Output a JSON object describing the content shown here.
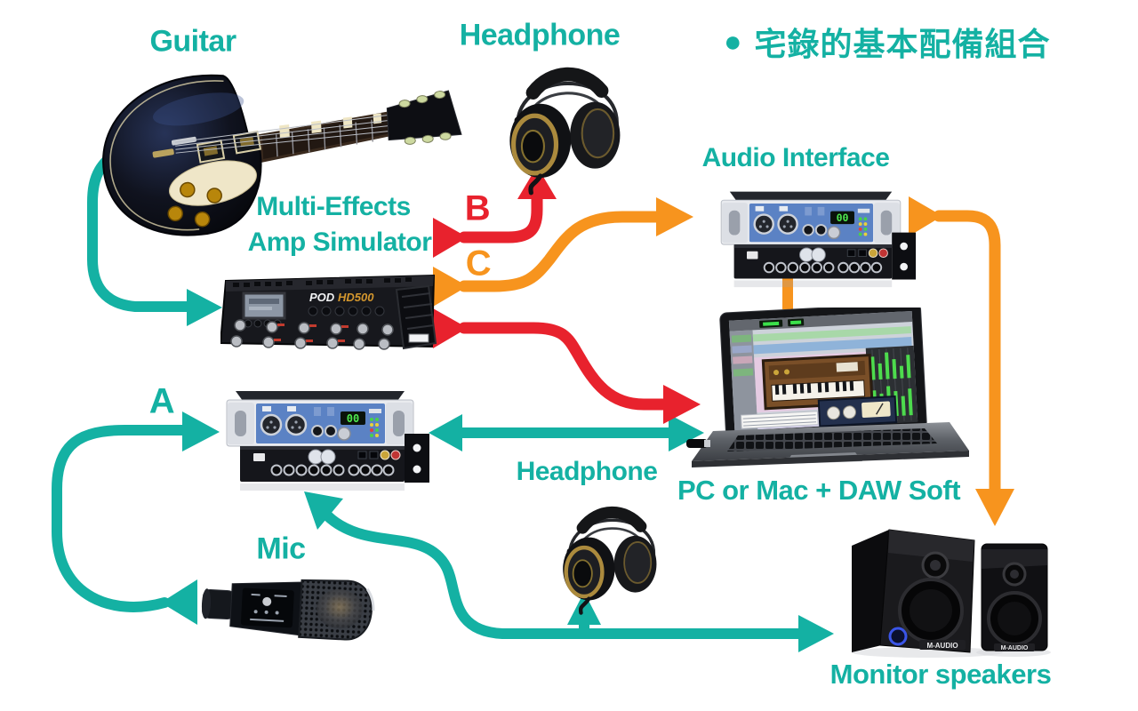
{
  "title": {
    "bullet": "●",
    "text": "宅錄的基本配備組合"
  },
  "colors": {
    "teal": "#14B1A3",
    "red": "#E8222D",
    "orange": "#F7941E"
  },
  "labels": {
    "guitar": "Guitar",
    "headphone_top": "Headphone",
    "effects_line1": "Multi-Effects",
    "effects_line2": "Amp Simulator",
    "audio_interface": "Audio Interface",
    "computer": "PC or Mac + DAW Soft",
    "headphone_bottom": "Headphone",
    "mic": "Mic",
    "monitor_speakers": "Monitor speakers",
    "tag_a": "A",
    "tag_b": "B",
    "tag_c": "C"
  },
  "devices": {
    "pod_brand": "POD",
    "pod_model": "HD500",
    "interface_display": "00",
    "speaker_brand": "M-AUDIO"
  },
  "connections": [
    {
      "from": "Guitar",
      "to": "Multi-Effects Amp Simulator",
      "color": "teal"
    },
    {
      "from": "Multi-Effects Amp Simulator",
      "to": "Headphone",
      "color": "red",
      "tag": "B"
    },
    {
      "from": "Multi-Effects Amp Simulator",
      "to": "Audio Interface",
      "color": "orange",
      "tag": "C"
    },
    {
      "from": "Multi-Effects Amp Simulator",
      "to": "PC or Mac + DAW Soft",
      "color": "red"
    },
    {
      "from": "Audio Interface",
      "to": "PC or Mac + DAW Soft",
      "color": "orange"
    },
    {
      "from": "Audio Interface",
      "to": "Monitor speakers",
      "color": "orange"
    },
    {
      "from": "Mic",
      "to": "Audio Interface",
      "color": "teal",
      "tag": "A"
    },
    {
      "from": "Audio Interface",
      "to": "PC or Mac + DAW Soft",
      "color": "teal",
      "bidirectional": true
    },
    {
      "from": "Audio Interface",
      "to": "Headphone / Monitor speakers",
      "color": "teal"
    }
  ]
}
